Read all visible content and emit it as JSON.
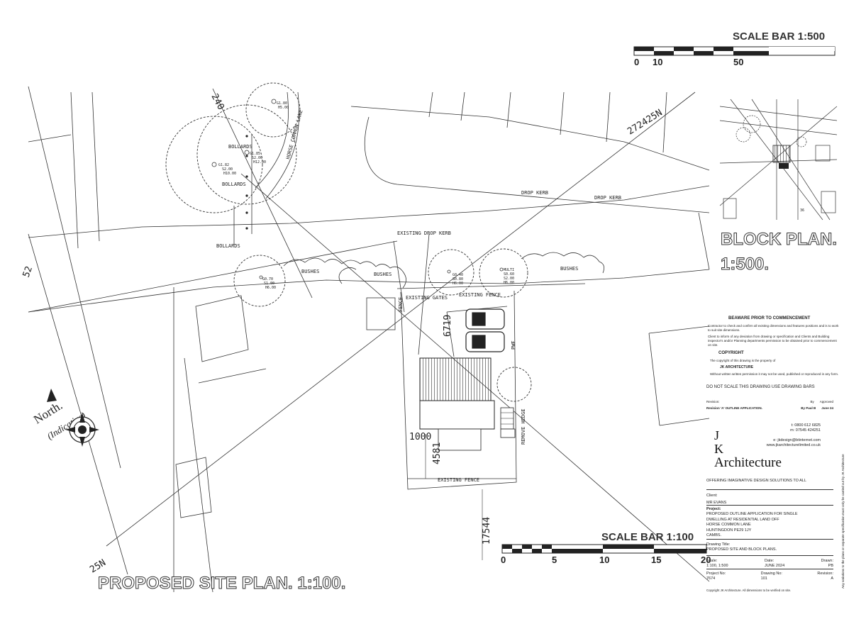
{
  "scale_bar_top": {
    "title": "SCALE BAR 1:500",
    "ticks": [
      "0",
      "10",
      "50"
    ]
  },
  "scale_bar_bottom": {
    "title": "SCALE BAR 1:100",
    "ticks": [
      "0",
      "5",
      "10",
      "15",
      "20"
    ]
  },
  "site_plan_title": "PROPOSED SITE PLAN. 1:100.",
  "block_plan_title": [
    "BLOCK PLAN.",
    "1:500."
  ],
  "north": {
    "text": "North.",
    "sub": "(Indicative)"
  },
  "grid_labels": {
    "n1": "272425N",
    "n2": "25N",
    "e1": "52",
    "e2": "240"
  },
  "plan_labels": {
    "bollards_1": "BOLLARDS",
    "bollards_2": "BOLLARDS",
    "bollards_3": "BOLLARDS",
    "drop_kerb_1": "DROP KERB",
    "drop_kerb_2": "DROP KERB",
    "existing_drop_kerb": "EXISTING DROP KERB",
    "bushes_1": "BUSHES",
    "bushes_2": "BUSHES",
    "bushes_3": "BUSHES",
    "existing_gates": "EXISTING GATES",
    "existing_fence_top": "EXISTING FENCE",
    "existing_fence_bottom": "EXISTING FENCE",
    "fence": "FENCE",
    "remove_hedge": "REMOVE HEDGE",
    "pwe": "PWE",
    "tree_a": [
      "G1.82",
      "S2.00",
      "H10.00"
    ],
    "tree_b": [
      "G0.70",
      "S1.00",
      "H6.00"
    ],
    "tree_c": [
      "G0.40",
      "S0.80",
      "H6.00"
    ],
    "tree_d": [
      "MULTI",
      "S0.60",
      "S2.00",
      "H6.00"
    ],
    "tree_e": [
      "G1.85",
      "S2.00",
      "H12.00"
    ],
    "tree_f": [
      "G1.80",
      "H5.00"
    ],
    "lane": "HORSE COMMON LANE",
    "block_num": "36"
  },
  "dimensions": {
    "d1": "6719",
    "d2": "1000",
    "d3": "4581",
    "d4": "17544"
  },
  "title_block": {
    "beware_heading": "BEAWARE PRIOR TO COMMENCEMENT",
    "beware_text": "Contractor to check and confirm all existing dimensions and features positions and is to work to suit site dimensions.",
    "client_inform": "Client to inform of any deviation from drawing or specification and Clients and Building inspector's and/or Planning departments permission to be obtained prior to commencement on site.",
    "copyright_heading": "COPYRIGHT",
    "copyright_text": "The copyright of this drawing is the property of",
    "copyright_firm": "JK ARCHITECTURE",
    "copyright_text2": "Without written written permission it may not be used, published or reproduced in any form.",
    "do_not_scale": "DO NOT SCALE THIS DRAWING USE DRAWING BARS",
    "revision_label": "Revision:",
    "by_label": "By",
    "approved_label": "Approved",
    "revision_text": "Revision 'A' OUTLINE APPLICATION.",
    "revision_by": "By Paul B",
    "revision_date": "June 24",
    "tel": "t: 0800 612 6825",
    "mob": "m: 07545 424251",
    "email": "e: jkdesign@btinternet.com",
    "web": "www.jkarchitecturelimited.co.uk",
    "firm_j": "J",
    "firm_k": "K",
    "firm_name": "Architecture",
    "tagline": "OFFERING IMAGINATIVE DESIGN SOLUTIONS TO ALL",
    "client_label": "Client:",
    "client": "MR EVANS",
    "project_label": "Project:",
    "project_lines": [
      "PROPOSED OUTLINE APPLICATION FOR SINGLE",
      "DWELLING AT RESIDENTIAL LAND OFF",
      "HORSE COMMON LANE",
      "HUNTINGDON PE29 1JY",
      "CAMBS."
    ],
    "drawing_title_label": "Drawing Title:",
    "drawing_title": "PROPOSED SITE AND BLOCK PLANS.",
    "scale_label": "Scale:",
    "scale": "1:100, 1:500",
    "date_label": "Date:",
    "date": "JUNE 2024",
    "drawn_label": "Drawn:",
    "drawn": "PB",
    "project_no_label": "Project No:",
    "project_no": "7674",
    "drawing_no_label": "Drawing No:",
    "drawing_no": "101",
    "revision_no_label": "Revision:",
    "revision_no": "A",
    "footer": "Copyright JK Architecture. All dimensions to be verified on site.",
    "side_note": "Any variations to the plans or separate specification must only be carried out by JK Architecture"
  }
}
